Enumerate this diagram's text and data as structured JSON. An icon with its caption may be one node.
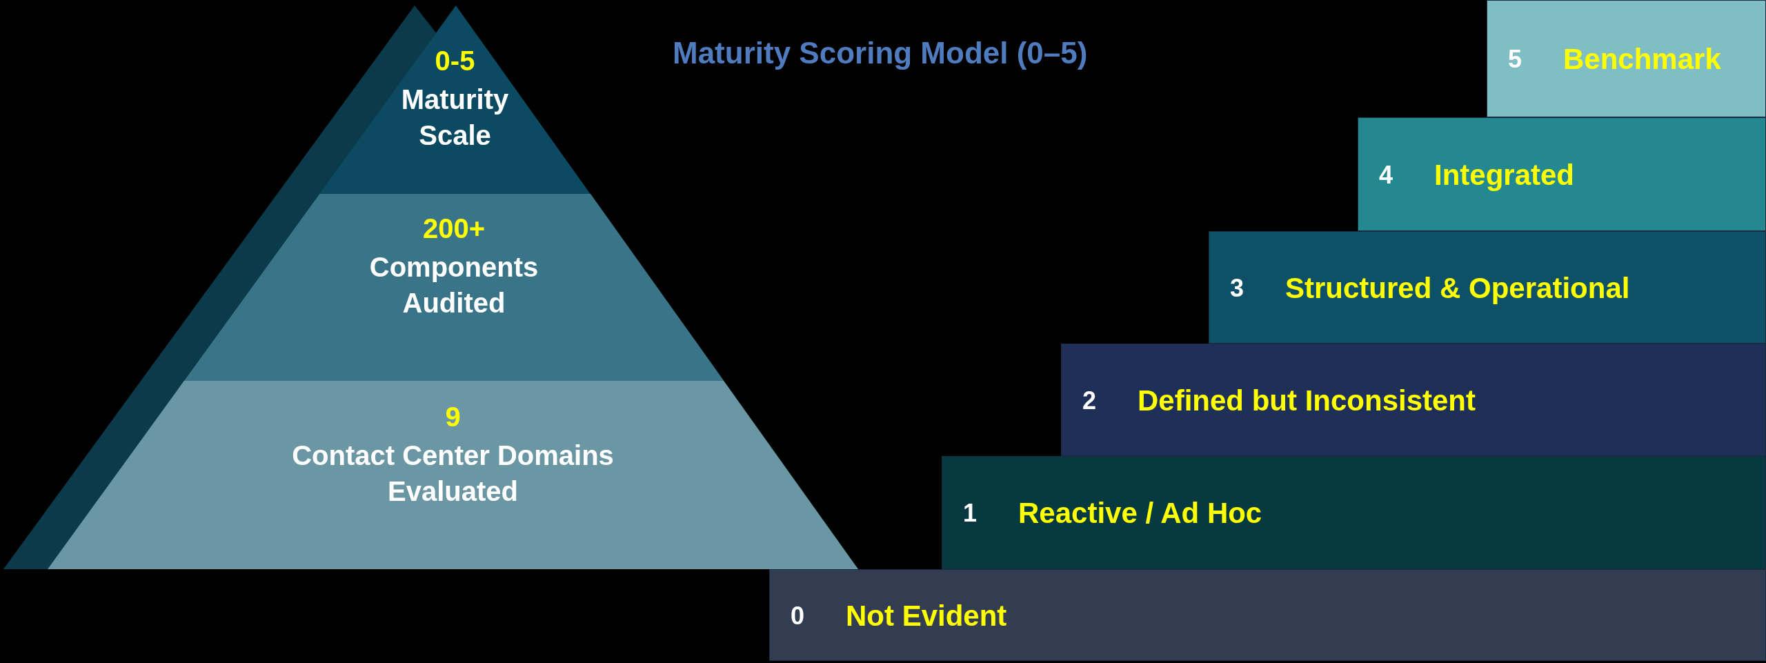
{
  "diagram": {
    "title": "Maturity Scoring Model (0–5)",
    "nodes": [
      {
        "text": [
          "0-5",
          "Maturity Scale"
        ]
      },
      {
        "text": [
          "200+",
          "Components Audited"
        ]
      },
      {
        "text": [
          "9",
          "Contact Center Domains Evaluated"
        ]
      },
      {
        "text": [
          "5",
          "Benchmark"
        ]
      },
      {
        "text": [
          "4",
          "Integrated"
        ]
      },
      {
        "text": [
          "3",
          "Structured & Operational"
        ]
      },
      {
        "text": [
          "2",
          "Defined but Inconsistent"
        ]
      },
      {
        "text": [
          "1",
          "Reactive / Ad Hoc"
        ]
      },
      {
        "text": [
          "0",
          "Not Evident"
        ]
      }
    ]
  }
}
